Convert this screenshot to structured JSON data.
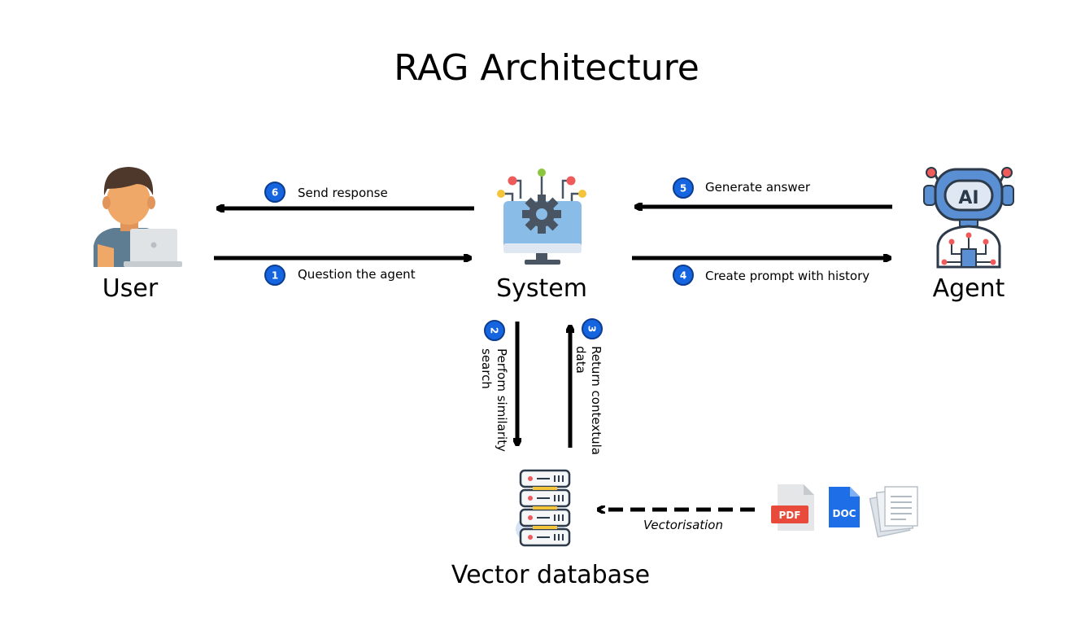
{
  "title": "RAG Architecture",
  "nodes": {
    "user": "User",
    "system": "System",
    "agent": "Agent",
    "vector_db": "Vector database"
  },
  "steps": [
    {
      "number": "1",
      "label": "Question the agent"
    },
    {
      "number": "2",
      "label_line1": "Perfom similarity",
      "label_line2": "search"
    },
    {
      "number": "3",
      "label_line1": "Return contextula",
      "label_line2": "data"
    },
    {
      "number": "4",
      "label": "Create prompt with history"
    },
    {
      "number": "5",
      "label": "Generate answer"
    },
    {
      "number": "6",
      "label": "Send response"
    }
  ],
  "vectorisation_label": "Vectorisation",
  "files": {
    "pdf": "PDF",
    "doc": "DOC",
    "ai_badge": "AI"
  },
  "colors": {
    "badge": "#1565e0",
    "arrow": "#000000",
    "skin": "#f0a868",
    "hair": "#5a4033",
    "shirt": "#5f7d92",
    "laptop": "#d9dde0",
    "screen": "#89bde8",
    "gear": "#4a5563",
    "robot": "#5a8fd4",
    "pdf_red": "#e84b3c",
    "doc_blue": "#1e6ee8"
  }
}
